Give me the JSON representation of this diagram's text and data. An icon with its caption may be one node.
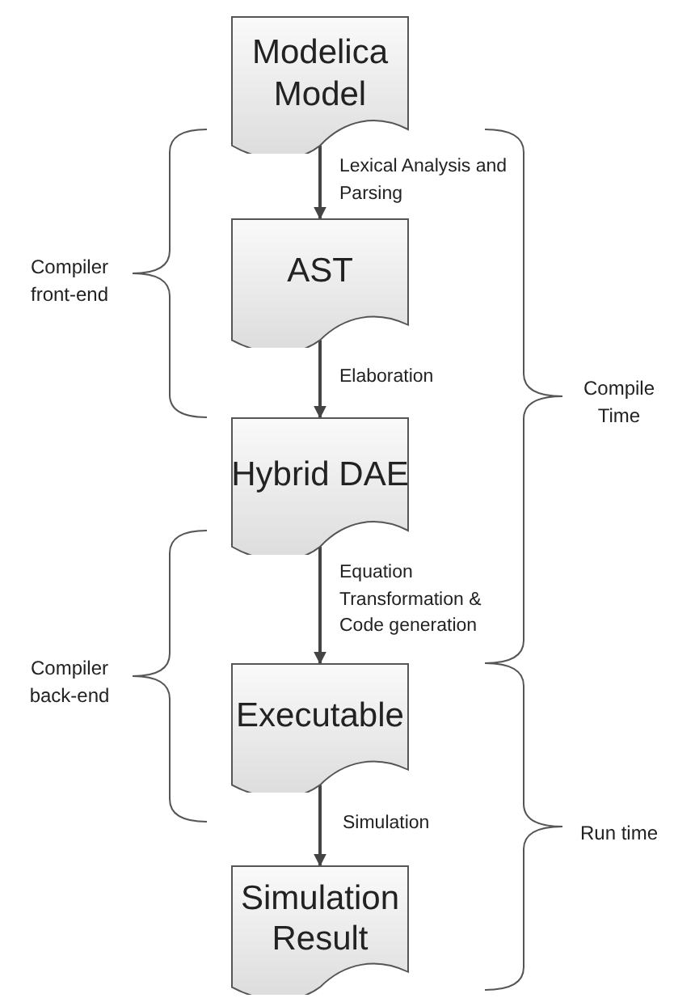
{
  "diagram": {
    "nodes": [
      {
        "text": [
          "Modelica Model"
        ]
      },
      {
        "text": [
          "AST"
        ]
      },
      {
        "text": [
          "Hybrid DAE"
        ]
      },
      {
        "text": [
          "Executable"
        ]
      },
      {
        "text": [
          "Simulation Result"
        ]
      }
    ],
    "edges": [
      {
        "from": 0,
        "to": 1,
        "arrow": "to",
        "label": "Lexical Analysis and Parsing"
      },
      {
        "from": 1,
        "to": 2,
        "arrow": "to",
        "label": "Elaboration"
      },
      {
        "from": 2,
        "to": 3,
        "arrow": "to",
        "label": "Equation Transformation & Code generation"
      },
      {
        "from": 3,
        "to": 4,
        "arrow": "to",
        "label": "Simulation"
      }
    ],
    "labels": [
      "Compiler front-end",
      "Compile Time",
      "Compiler back-end",
      "Run time"
    ]
  }
}
